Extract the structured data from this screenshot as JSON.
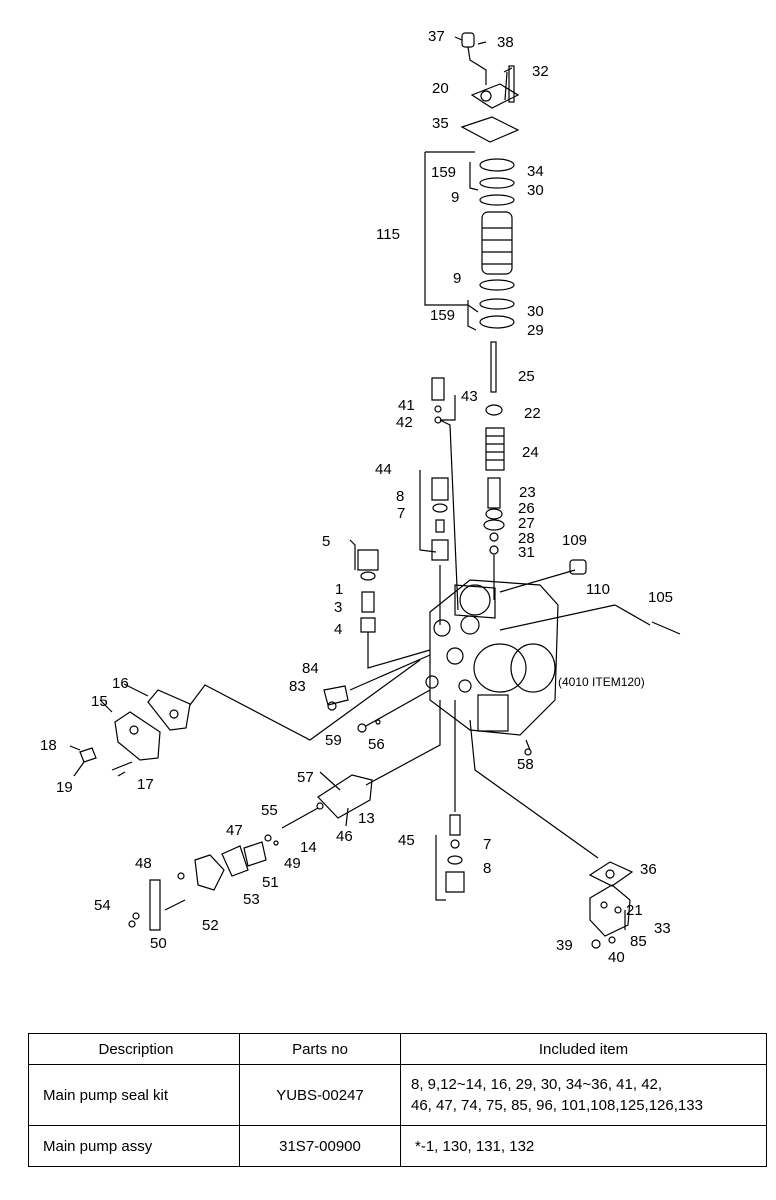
{
  "diagram": {
    "callouts": [
      "37",
      "38",
      "32",
      "20",
      "35",
      "34",
      "159",
      "30",
      "9",
      "115",
      "9",
      "30",
      "159",
      "29",
      "25",
      "43",
      "41",
      "42",
      "22",
      "24",
      "23",
      "26",
      "27",
      "28",
      "31",
      "44",
      "8",
      "7",
      "5",
      "1",
      "3",
      "4",
      "109",
      "110",
      "105",
      "16",
      "84",
      "83",
      "15",
      "18",
      "19",
      "17",
      "59",
      "56",
      "58",
      "57",
      "55",
      "13",
      "47",
      "46",
      "14",
      "49",
      "51",
      "45",
      "7",
      "8",
      "48",
      "53",
      "54",
      "52",
      "50",
      "36",
      "21",
      "33",
      "85",
      "39",
      "40"
    ],
    "note": "(4010 ITEM120)"
  },
  "table": {
    "headers": {
      "description": "Description",
      "parts_no": "Parts no",
      "included": "Included item"
    },
    "rows": [
      {
        "description": "Main pump seal kit",
        "parts_no": "YUBS-00247",
        "included_line1": "8, 9,12~14, 16, 29, 30, 34~36, 41, 42,",
        "included_line2": "46, 47, 74, 75, 85, 96, 101,108,125,126,133"
      },
      {
        "description": "Main pump assy",
        "parts_no": "31S7-00900",
        "included_line1": "*-1, 130, 131, 132"
      }
    ]
  }
}
